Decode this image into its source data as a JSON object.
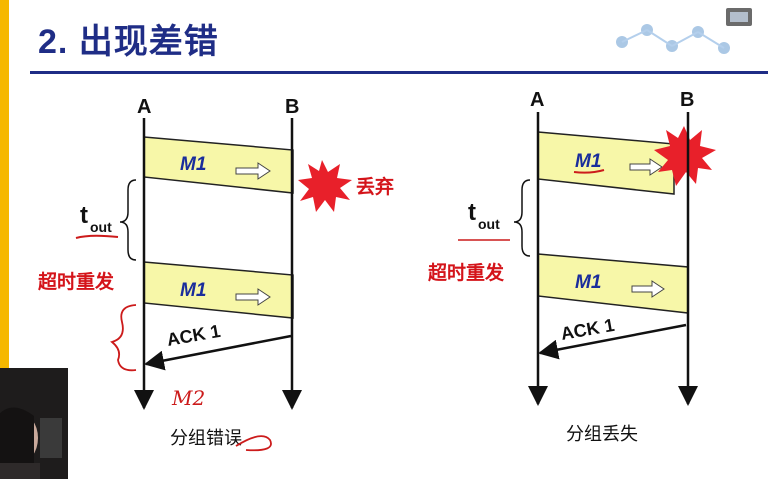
{
  "slide": {
    "title": "2. 出现差错",
    "accent_bar_color": "#f6b800",
    "title_color": "#1f2d86"
  },
  "diagrams": [
    {
      "node_a": "A",
      "node_b": "B",
      "frame1_label": "M1",
      "loss_label": "丢弃",
      "timeout_main": "t",
      "timeout_sub": "out",
      "retransmit_label": "超时重发",
      "frame2_label": "M1",
      "ack_label": "ACK 1",
      "caption": "分组错误",
      "annotation": "M2"
    },
    {
      "node_a": "A",
      "node_b": "B",
      "frame1_label": "M1",
      "timeout_main": "t",
      "timeout_sub": "out",
      "retransmit_label": "超时重发",
      "frame2_label": "M1",
      "ack_label": "ACK 1",
      "caption": "分组丢失"
    }
  ],
  "colors": {
    "frame_fill": "#f7f7a8",
    "frame_text": "#1a2d9c",
    "red_label": "#d4141a",
    "burst": "#e8202a",
    "ink": "#111111",
    "pen_red": "#cc1b1b"
  }
}
